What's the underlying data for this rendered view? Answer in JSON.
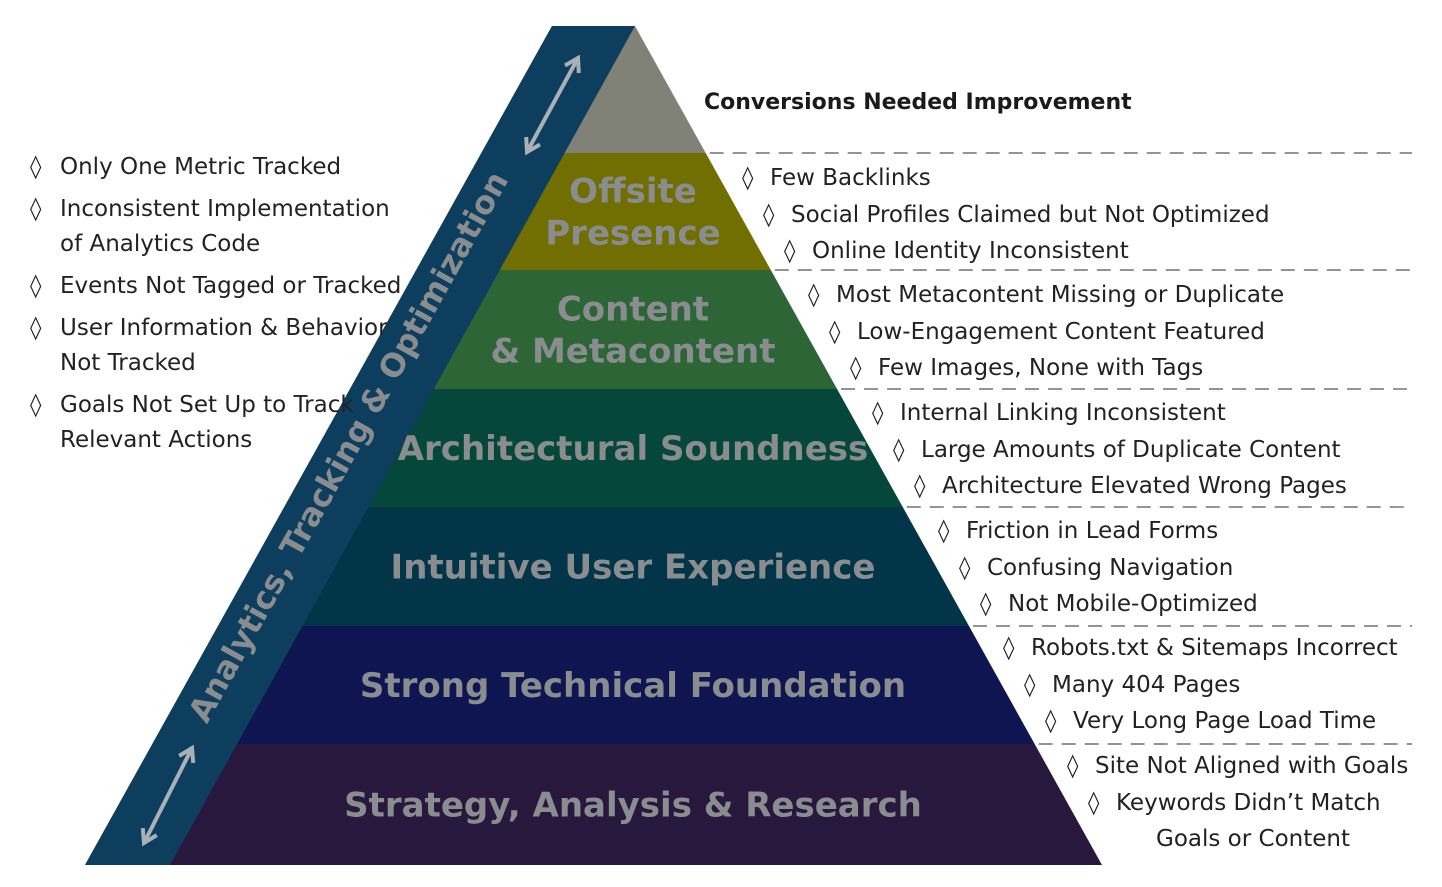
{
  "colors": {
    "tiers": [
      "#808278",
      "#716f02",
      "#2d6537",
      "#05483b",
      "#023548",
      "#0e1551",
      "#29183d"
    ],
    "tier_text": "#8a8d90",
    "side_band": "#0d3e5e",
    "side_text": "#8a8d90",
    "arrow": "#a9b0b6",
    "dash": "#555555"
  },
  "diagram": {
    "top_title": "Conversions Needed Improvement",
    "side_label": "Analytics, Tracking & Optimization",
    "side_arrow_icon": "double-arrow-icon",
    "bullet_icon": "◊",
    "tiers": [
      {
        "id": "peak",
        "lines": []
      },
      {
        "id": "offsite",
        "lines": [
          "Offsite",
          "Presence"
        ]
      },
      {
        "id": "content",
        "lines": [
          "Content",
          "& Metacontent"
        ]
      },
      {
        "id": "architecture",
        "lines": [
          "Architectural Soundness"
        ]
      },
      {
        "id": "ux",
        "lines": [
          "Intuitive User Experience"
        ]
      },
      {
        "id": "technical",
        "lines": [
          "Strong Technical Foundation"
        ]
      },
      {
        "id": "strategy",
        "lines": [
          "Strategy, Analysis & Research"
        ]
      }
    ],
    "left_issues": [
      "Only One Metric Tracked",
      "Inconsistent Implementation of Analytics Code",
      "Events Not Tagged or Tracked",
      "User Information & Behavior Not Tracked",
      "Goals Not Set Up to Track Relevant Actions"
    ],
    "right_issues": {
      "offsite": [
        "Few Backlinks",
        "Social Profiles Claimed but Not Optimized",
        "Online Identity Inconsistent"
      ],
      "content": [
        "Most Metacontent Missing or Duplicate",
        "Low-Engagement Content Featured",
        "Few Images, None with Tags"
      ],
      "architecture": [
        "Internal Linking Inconsistent",
        "Large Amounts of Duplicate Content",
        "Architecture Elevated Wrong Pages"
      ],
      "ux": [
        "Friction in Lead Forms",
        "Confusing Navigation",
        "Not Mobile-Optimized"
      ],
      "technical": [
        "Robots.txt & Sitemaps Incorrect",
        "Many 404 Pages",
        "Very Long Page Load Time"
      ],
      "strategy": [
        "Site Not Aligned with Goals",
        "Keywords Didn’t Match",
        "Goals or Content"
      ]
    }
  }
}
